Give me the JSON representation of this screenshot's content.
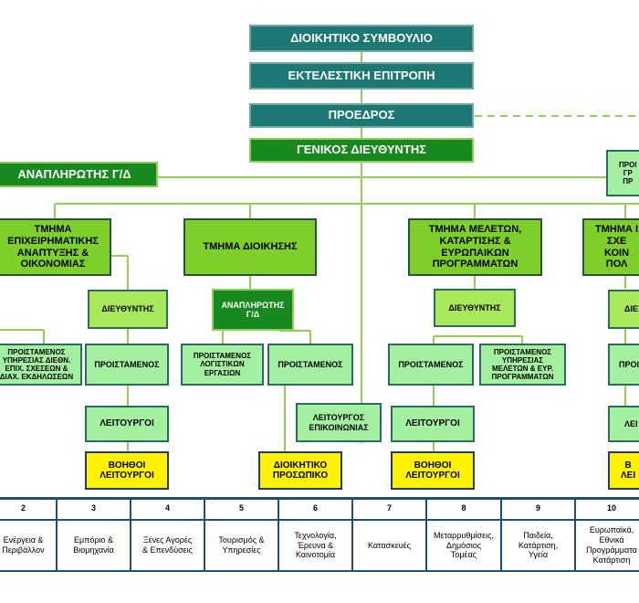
{
  "org": {
    "board": "ΔΙΟΙΚΗΤΙΚΟ ΣΥΜΒΟΥΛΙΟ",
    "executive": "ΕΚΤΕΛΕΣΤΙΚΗ ΕΠΙΤΡΟΠΗ",
    "president": "ΠΡΟΕΔΡΟΣ",
    "general_director": "ΓΕΝΙΚΟΣ ΔΙΕΥΘΥΝΤΗΣ",
    "deputy_gd": "ΑΝΑΠΛΗΡΩΤΗΣ Γ/Δ",
    "right_partial": "ΠΡΟΙ\nΓΡ\nΠΡ",
    "dept1": "ΤΜΗΜΑ\nΕΠΙΧΕΙΡΗΜΑΤΙΚΗΣ\nΑΝΑΠΤΥΞΗΣ &\nΟΙΚΟΝΟΜΙΑΣ",
    "dept2": "ΤΜΗΜΑ ΔΙΟΙΚΗΣΗΣ",
    "dept3": "ΤΜΗΜΑ ΜΕΛΕΤΩΝ,\nΚΑΤΑΡΤΙΣΗΣ &\nΕΥΡΩΠΑΙΚΩΝ\nΠΡΟΓΡΑΜΜΑΤΩΝ",
    "dept4": "ΤΜΗΜΑ Ι\nΣΧΕ\nΚΟΙΝ\nΠΟΛ",
    "d1_director": "ΔΙΕΥΘΥΝΤΗΣ",
    "d1_head_intl": "ΠΡΟΙΣΤΑΜΕΝΟΣ\nΥΠΗΡΕΣΙΑΣ ΔΙΕΘΝ.\nΕΠΙΧ. ΣΧΕΣΕΩΝ &\nΔΙΑΧ. ΕΚΔΗΛΩΣΕΩΝ",
    "d1_head": "ΠΡΟΙΣΤΑΜΕΝΟΣ",
    "d1_officers": "ΛΕΙΤΟΥΡΓΟΙ",
    "d1_assistants": "ΒΟΗΘΟΙ\nΛΕΙΤΟΥΡΓΟΙ",
    "d2_deputy": "ΑΝΑΠΛΗΡΩΤΗΣ\nΓ/Δ",
    "d2_head_acc": "ΠΡΟΙΣΤΑΜΕΝΟΣ\nΛΟΓΙΣΤΙΚΩΝ\nΕΡΓΑΣΙΩΝ",
    "d2_head": "ΠΡΟΙΣΤΑΜΕΝΟΣ",
    "d2_comm": "ΛΕΙΤΟΥΡΓΟΣ\nΕΠΙΚΟΙΝΩΝΙΑΣ",
    "d2_admin_staff": "ΔΙΟΙΚΗΤΙΚΟ\nΠΡΟΣΩΠΙΚΟ",
    "d3_director": "ΔΙΕΥΘΥΝΤΗΣ",
    "d3_head": "ΠΡΟΙΣΤΑΜΕΝΟΣ",
    "d3_head_studies": "ΠΡΟΙΣΤΑΜΕΝΟΣ\nΥΠΗΡΕΣΙΑΣ\nΜΕΛΕΤΩΝ & ΕΥΡ.\nΠΡΟΓΡΑΜΜΑΤΩΝ",
    "d3_officers": "ΛΕΙΤΟΥΡΓΟΙ",
    "d3_assistants": "ΒΟΗΘΟΙ\nΛΕΙΤΟΥΡΓΟΙ",
    "d4_director": "ΔΙΕΥ",
    "d4_head": "ΠΡΟΙ",
    "d4_officers": "ΛΕΙ",
    "d4_assistants": "Β\nΛΕΙ"
  },
  "committees": [
    {
      "num": "2",
      "label": "Ενέργεια &\nΠεριβάλλον"
    },
    {
      "num": "3",
      "label": "Εμπόριο &\nΒιομηχανία"
    },
    {
      "num": "4",
      "label": "Ξένες Αγορές\n& Επενδύσεις"
    },
    {
      "num": "5",
      "label": "Τουρισμός &\nΥπηρεσίες"
    },
    {
      "num": "6",
      "label": "Τεχνολογία,\nΈρευνα &\nΚαινοτομία"
    },
    {
      "num": "7",
      "label": "Κατασκευές"
    },
    {
      "num": "8",
      "label": "Μεταρρυθμίσεις,\nΔημόσιος\nΤομέας"
    },
    {
      "num": "9",
      "label": "Παιδεία,\nΚατάρτιση,\nΥγεία"
    },
    {
      "num": "10",
      "label": "Ευρωπαϊκά,\nΕθνικά\nΠρογράμματα\nΚατάρτιση"
    }
  ]
}
